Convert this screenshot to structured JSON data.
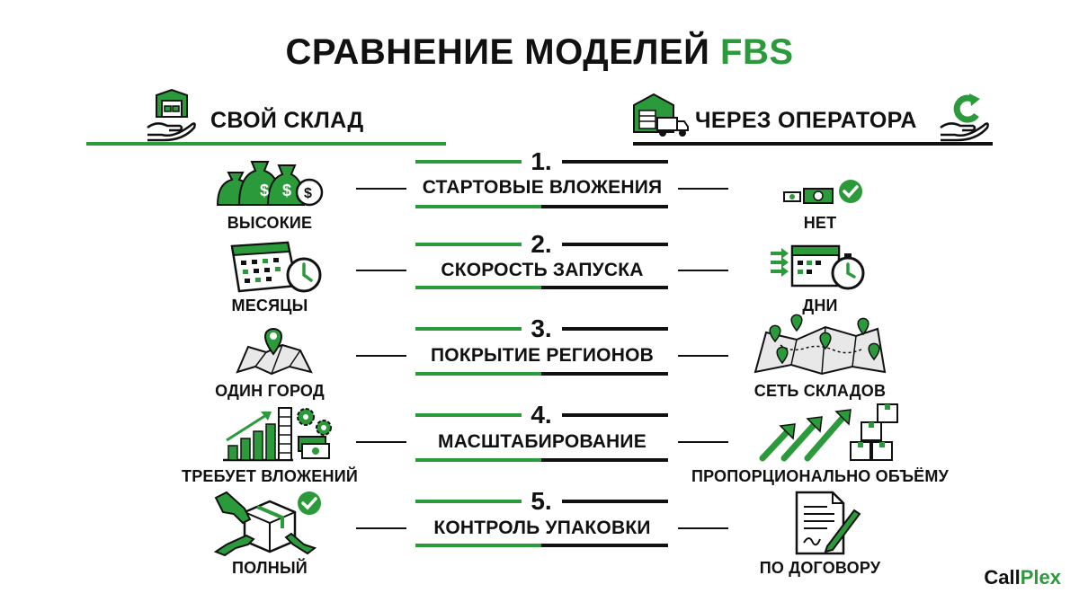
{
  "title": {
    "main": "СРАВНЕНИЕ МОДЕЛЕЙ",
    "accent": "FBS"
  },
  "left_header": "СВОЙ СКЛАД",
  "right_header": "ЧЕРЕЗ ОПЕРАТОРА",
  "rows": [
    {
      "number": "1.",
      "criterion": "СТАРТОВЫЕ ВЛОЖЕНИЯ",
      "left": "ВЫСОКИЕ",
      "right": "НЕТ",
      "left_icon": "money-bags-icon",
      "right_icon": "banknote-check-icon"
    },
    {
      "number": "2.",
      "criterion": "СКОРОСТЬ ЗАПУСКА",
      "left": "МЕСЯЦЫ",
      "right": "ДНИ",
      "left_icon": "calendar-clock-icon",
      "right_icon": "fast-calendar-stopwatch-icon"
    },
    {
      "number": "3.",
      "criterion": "ПОКРЫТИЕ РЕГИОНОВ",
      "left": "ОДИН ГОРОД",
      "right": "СЕТЬ СКЛАДОВ",
      "left_icon": "single-pin-map-icon",
      "right_icon": "multi-pin-map-icon"
    },
    {
      "number": "4.",
      "criterion": "МАСШТАБИРОВАНИЕ",
      "left": "ТРЕБУЕТ ВЛОЖЕНИЙ",
      "right": "ПРОПОРЦИОНАЛЬНО ОБЪЁМУ",
      "left_icon": "growth-chart-gears-icon",
      "right_icon": "growth-arrows-boxes-icon"
    },
    {
      "number": "5.",
      "criterion": "КОНТРОЛЬ УПАКОВКИ",
      "left": "ПОЛНЫЙ",
      "right": "ПО ДОГОВОРУ",
      "left_icon": "packing-box-hands-icon",
      "right_icon": "contract-signature-icon"
    }
  ],
  "brand": {
    "a": "Call",
    "b": "Plex"
  },
  "colors": {
    "accent": "#2a9a3a",
    "dark": "#111111"
  }
}
